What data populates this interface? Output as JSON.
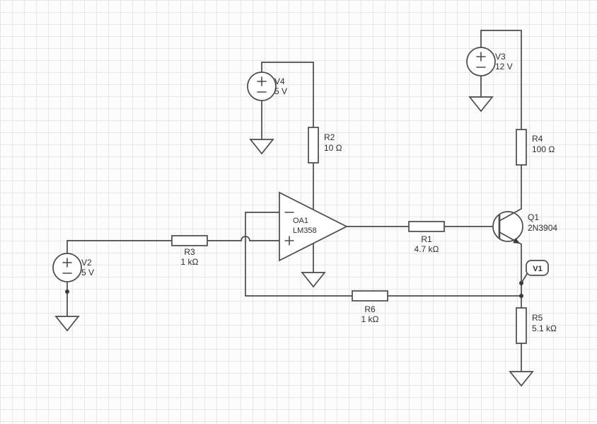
{
  "schematic": {
    "background_color": "#fcfcfc",
    "grid_color": "#e6e6e6",
    "wire_color": "#4a4a4a",
    "label_color": "#2d2d2d"
  },
  "components": {
    "v2": {
      "ref": "V2",
      "value": "5 V"
    },
    "v4": {
      "ref": "V4",
      "value": "5 V"
    },
    "v3": {
      "ref": "V3",
      "value": "12 V"
    },
    "r1": {
      "ref": "R1",
      "value": "4.7 kΩ"
    },
    "r2": {
      "ref": "R2",
      "value": "10 Ω"
    },
    "r3": {
      "ref": "R3",
      "value": "1 kΩ"
    },
    "r4": {
      "ref": "R4",
      "value": "100 Ω"
    },
    "r5": {
      "ref": "R5",
      "value": "5.1 kΩ"
    },
    "r6": {
      "ref": "R6",
      "value": "1 kΩ"
    },
    "oa1": {
      "ref": "OA1",
      "value": "LM358"
    },
    "q1": {
      "ref": "Q1",
      "value": "2N3904"
    },
    "v1": {
      "ref": "V1"
    }
  }
}
